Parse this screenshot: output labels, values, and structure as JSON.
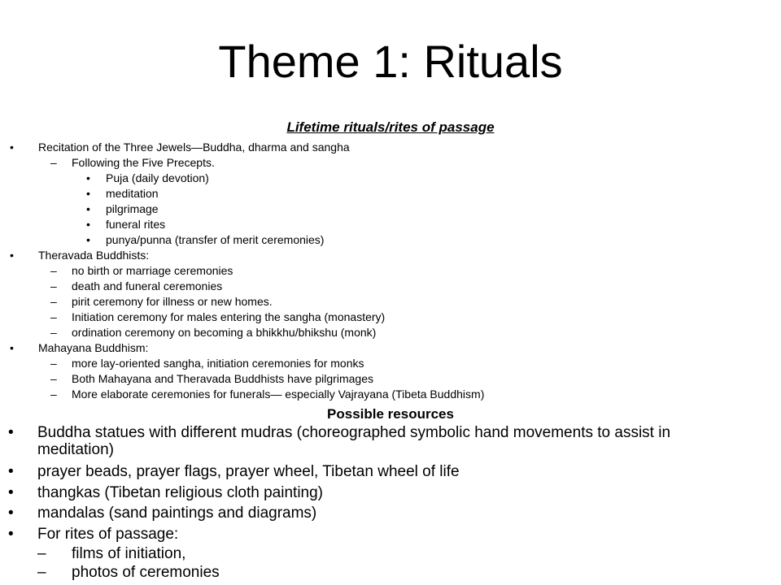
{
  "title": "Theme 1: Rituals",
  "section1": {
    "heading": "Lifetime rituals/rites of passage",
    "items": [
      "Recitation of the Three Jewels—Buddha, dharma and sangha",
      "Following the Five Precepts.",
      "Puja (daily devotion)",
      "meditation",
      "pilgrimage",
      "funeral rites",
      "punya/punna (transfer of merit ceremonies)",
      "Theravada Buddhists:",
      "no birth or marriage ceremonies",
      "death and funeral ceremonies",
      "pirit ceremony for illness or new homes.",
      "Initiation ceremony for males entering the sangha (monastery)",
      "ordination ceremony on becoming a bhikkhu/bhikshu (monk)",
      "Mahayana Buddhism:",
      "more lay-oriented sangha, initiation ceremonies for monks",
      "Both Mahayana and Theravada Buddhists have pilgrimages",
      "More elaborate ceremonies for funerals— especially Vajrayana (Tibeta Buddhism)"
    ]
  },
  "section2": {
    "heading": "Possible resources",
    "items": [
      "Buddha statues with different mudras (choreographed symbolic hand movements to assist in",
      "meditation)",
      "prayer beads, prayer flags, prayer wheel, Tibetan wheel of life",
      "thangkas (Tibetan religious cloth painting)",
      "mandalas (sand paintings and diagrams)",
      "For rites of passage:",
      "films of initiation,",
      "photos of ceremonies"
    ]
  },
  "markers": {
    "bullet": "•",
    "dash": "–"
  }
}
